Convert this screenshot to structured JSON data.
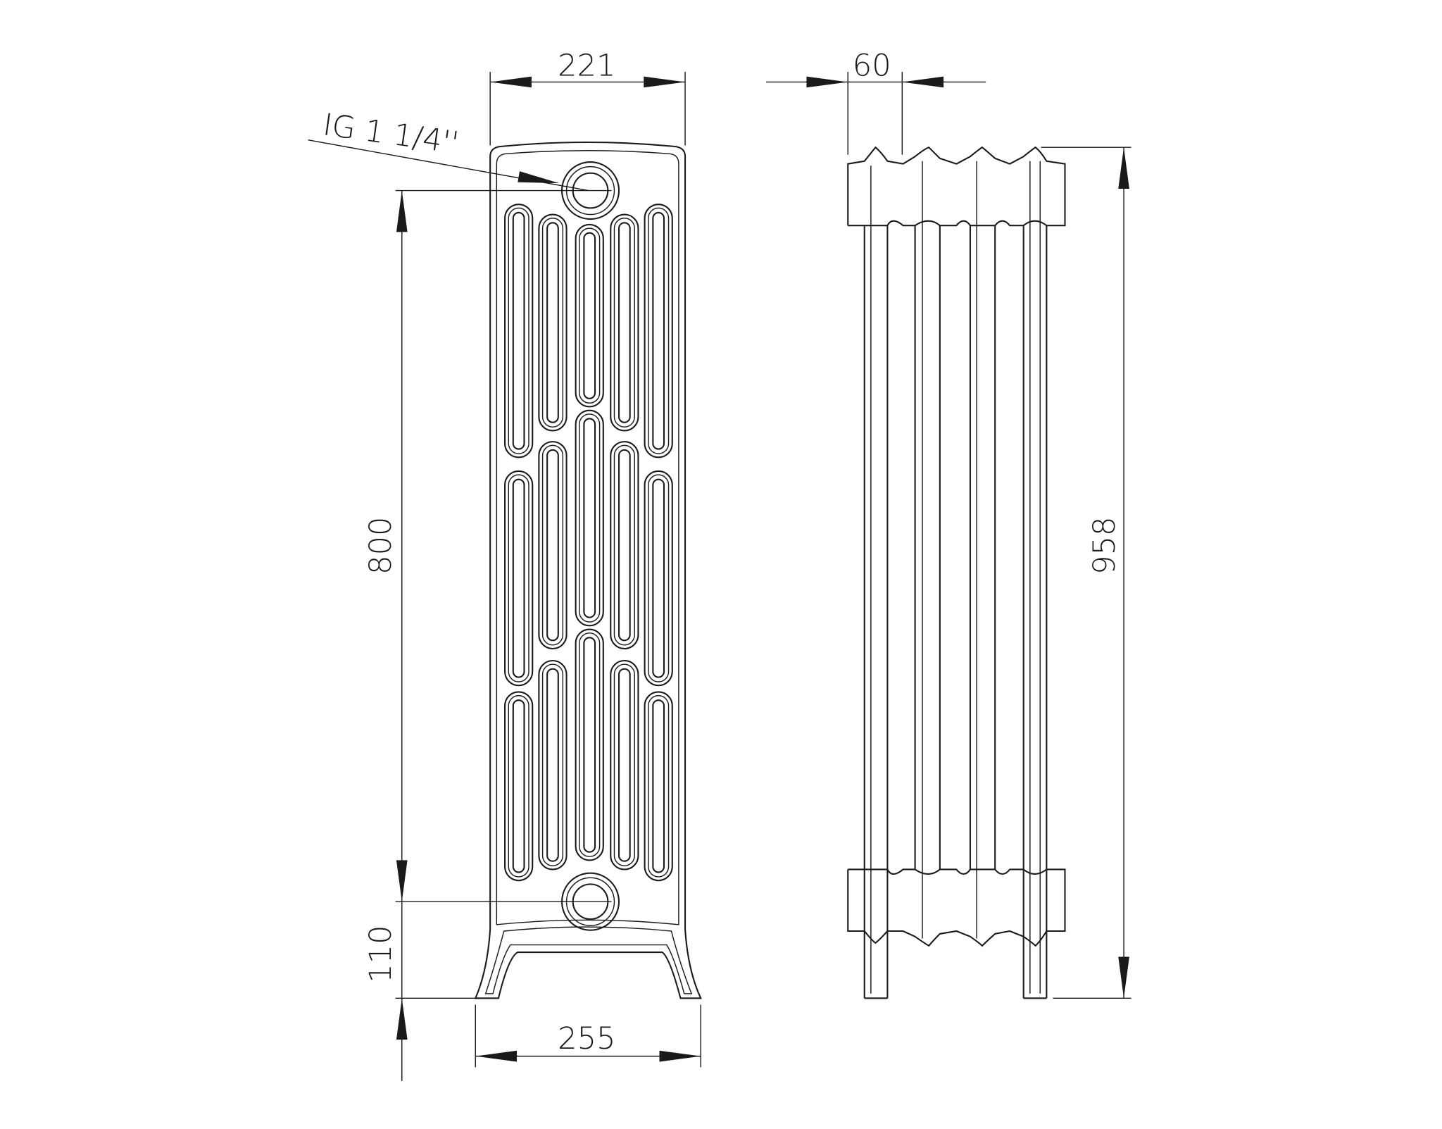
{
  "drawing": {
    "front_view": {
      "width_label": "221",
      "base_width_label": "255",
      "connection_label": "IG 1 1/4''",
      "hub_distance_label": "800",
      "floor_to_connection_label": "110"
    },
    "side_view": {
      "depth_label": "60",
      "height_label": "958"
    },
    "line_color": "#1a1a1a",
    "background": "#ffffff"
  }
}
